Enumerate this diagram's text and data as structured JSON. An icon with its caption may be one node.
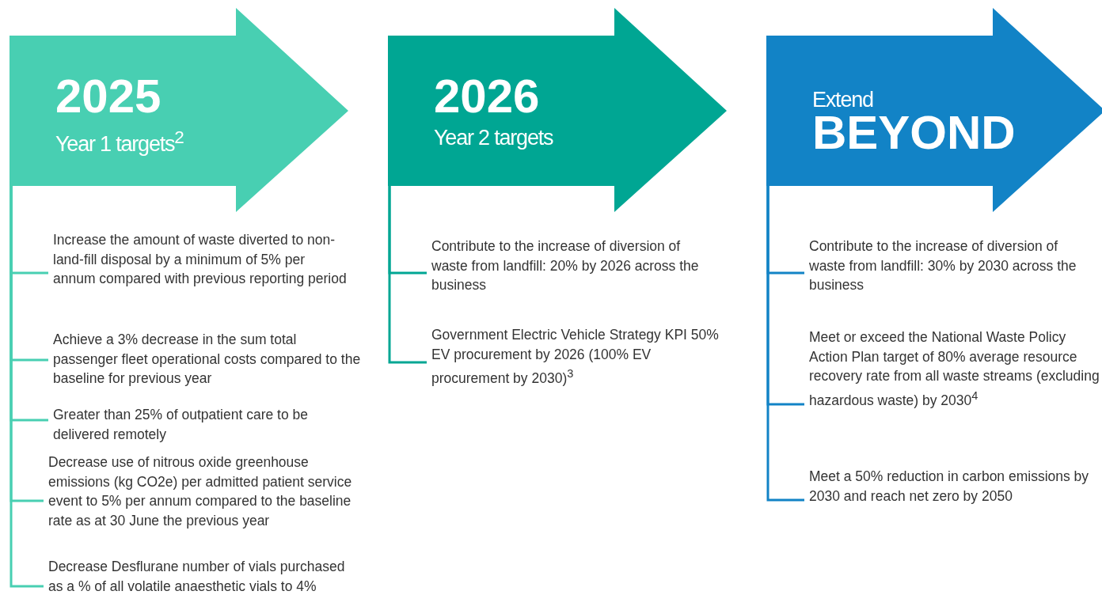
{
  "diagram": {
    "nodes": [
      {
        "text": [
          "2025",
          "Year 1 targets$^{2}$"
        ]
      },
      {
        "text": [
          "Increase the amount of waste diverted to non-land-fill disposal by a minimum of 5% per annum compared with previous reporting period"
        ]
      },
      {
        "text": [
          "Achieve a 3% decrease in the sum total passenger fleet operational costs compared to the baseline for previous year"
        ]
      },
      {
        "text": [
          "Greater than 25% of outpatient care to be delivered remotely"
        ]
      },
      {
        "text": [
          "Decrease use of nitrous oxide greenhouse emissions (kg CO2e) per admitted patient service event to 5% per annum compared to the baseline rate as at 30 June the previous year"
        ]
      },
      {
        "text": [
          "Decrease Desflurane number of vials purchased as a % of all volatile anaesthetic vials to 4%"
        ]
      },
      {
        "text": [
          "2026",
          "Year 2 targets"
        ]
      },
      {
        "text": [
          "Contribute to the increase of diversion of waste from landfill: 20% by 2026 across the business"
        ]
      },
      {
        "text": [
          "Government Electric Vehicle Strategy KPI 50% EV procurement by 2026 (100% EV procurement by 2030)$^{3}$"
        ]
      },
      {
        "text": [
          "Extend",
          "BEYOND"
        ]
      },
      {
        "text": [
          "Contribute to the increase of diversion of waste from landfill: 30% by 2030 across the business"
        ]
      },
      {
        "text": [
          "Meet or exceed the National Waste Policy Action Plan target of 80% average resource recovery rate from all waste streams (excluding hazardous waste) by 2030$^{4}$"
        ]
      },
      {
        "text": [
          "Meet a 50% reduction in carbon emissions by 2030 and reach net zero by 2050"
        ]
      }
    ],
    "edges": [
      {
        "from": 0,
        "to": 1,
        "arrow": "none"
      },
      {
        "from": 0,
        "to": 2,
        "arrow": "none"
      },
      {
        "from": 0,
        "to": 3,
        "arrow": "none"
      },
      {
        "from": 0,
        "to": 4,
        "arrow": "none"
      },
      {
        "from": 0,
        "to": 5,
        "arrow": "none"
      },
      {
        "from": 6,
        "to": 7,
        "arrow": "none"
      },
      {
        "from": 6,
        "to": 8,
        "arrow": "none"
      },
      {
        "from": 9,
        "to": 10,
        "arrow": "none"
      },
      {
        "from": 9,
        "to": 11,
        "arrow": "none"
      },
      {
        "from": 9,
        "to": 12,
        "arrow": "none"
      }
    ]
  }
}
